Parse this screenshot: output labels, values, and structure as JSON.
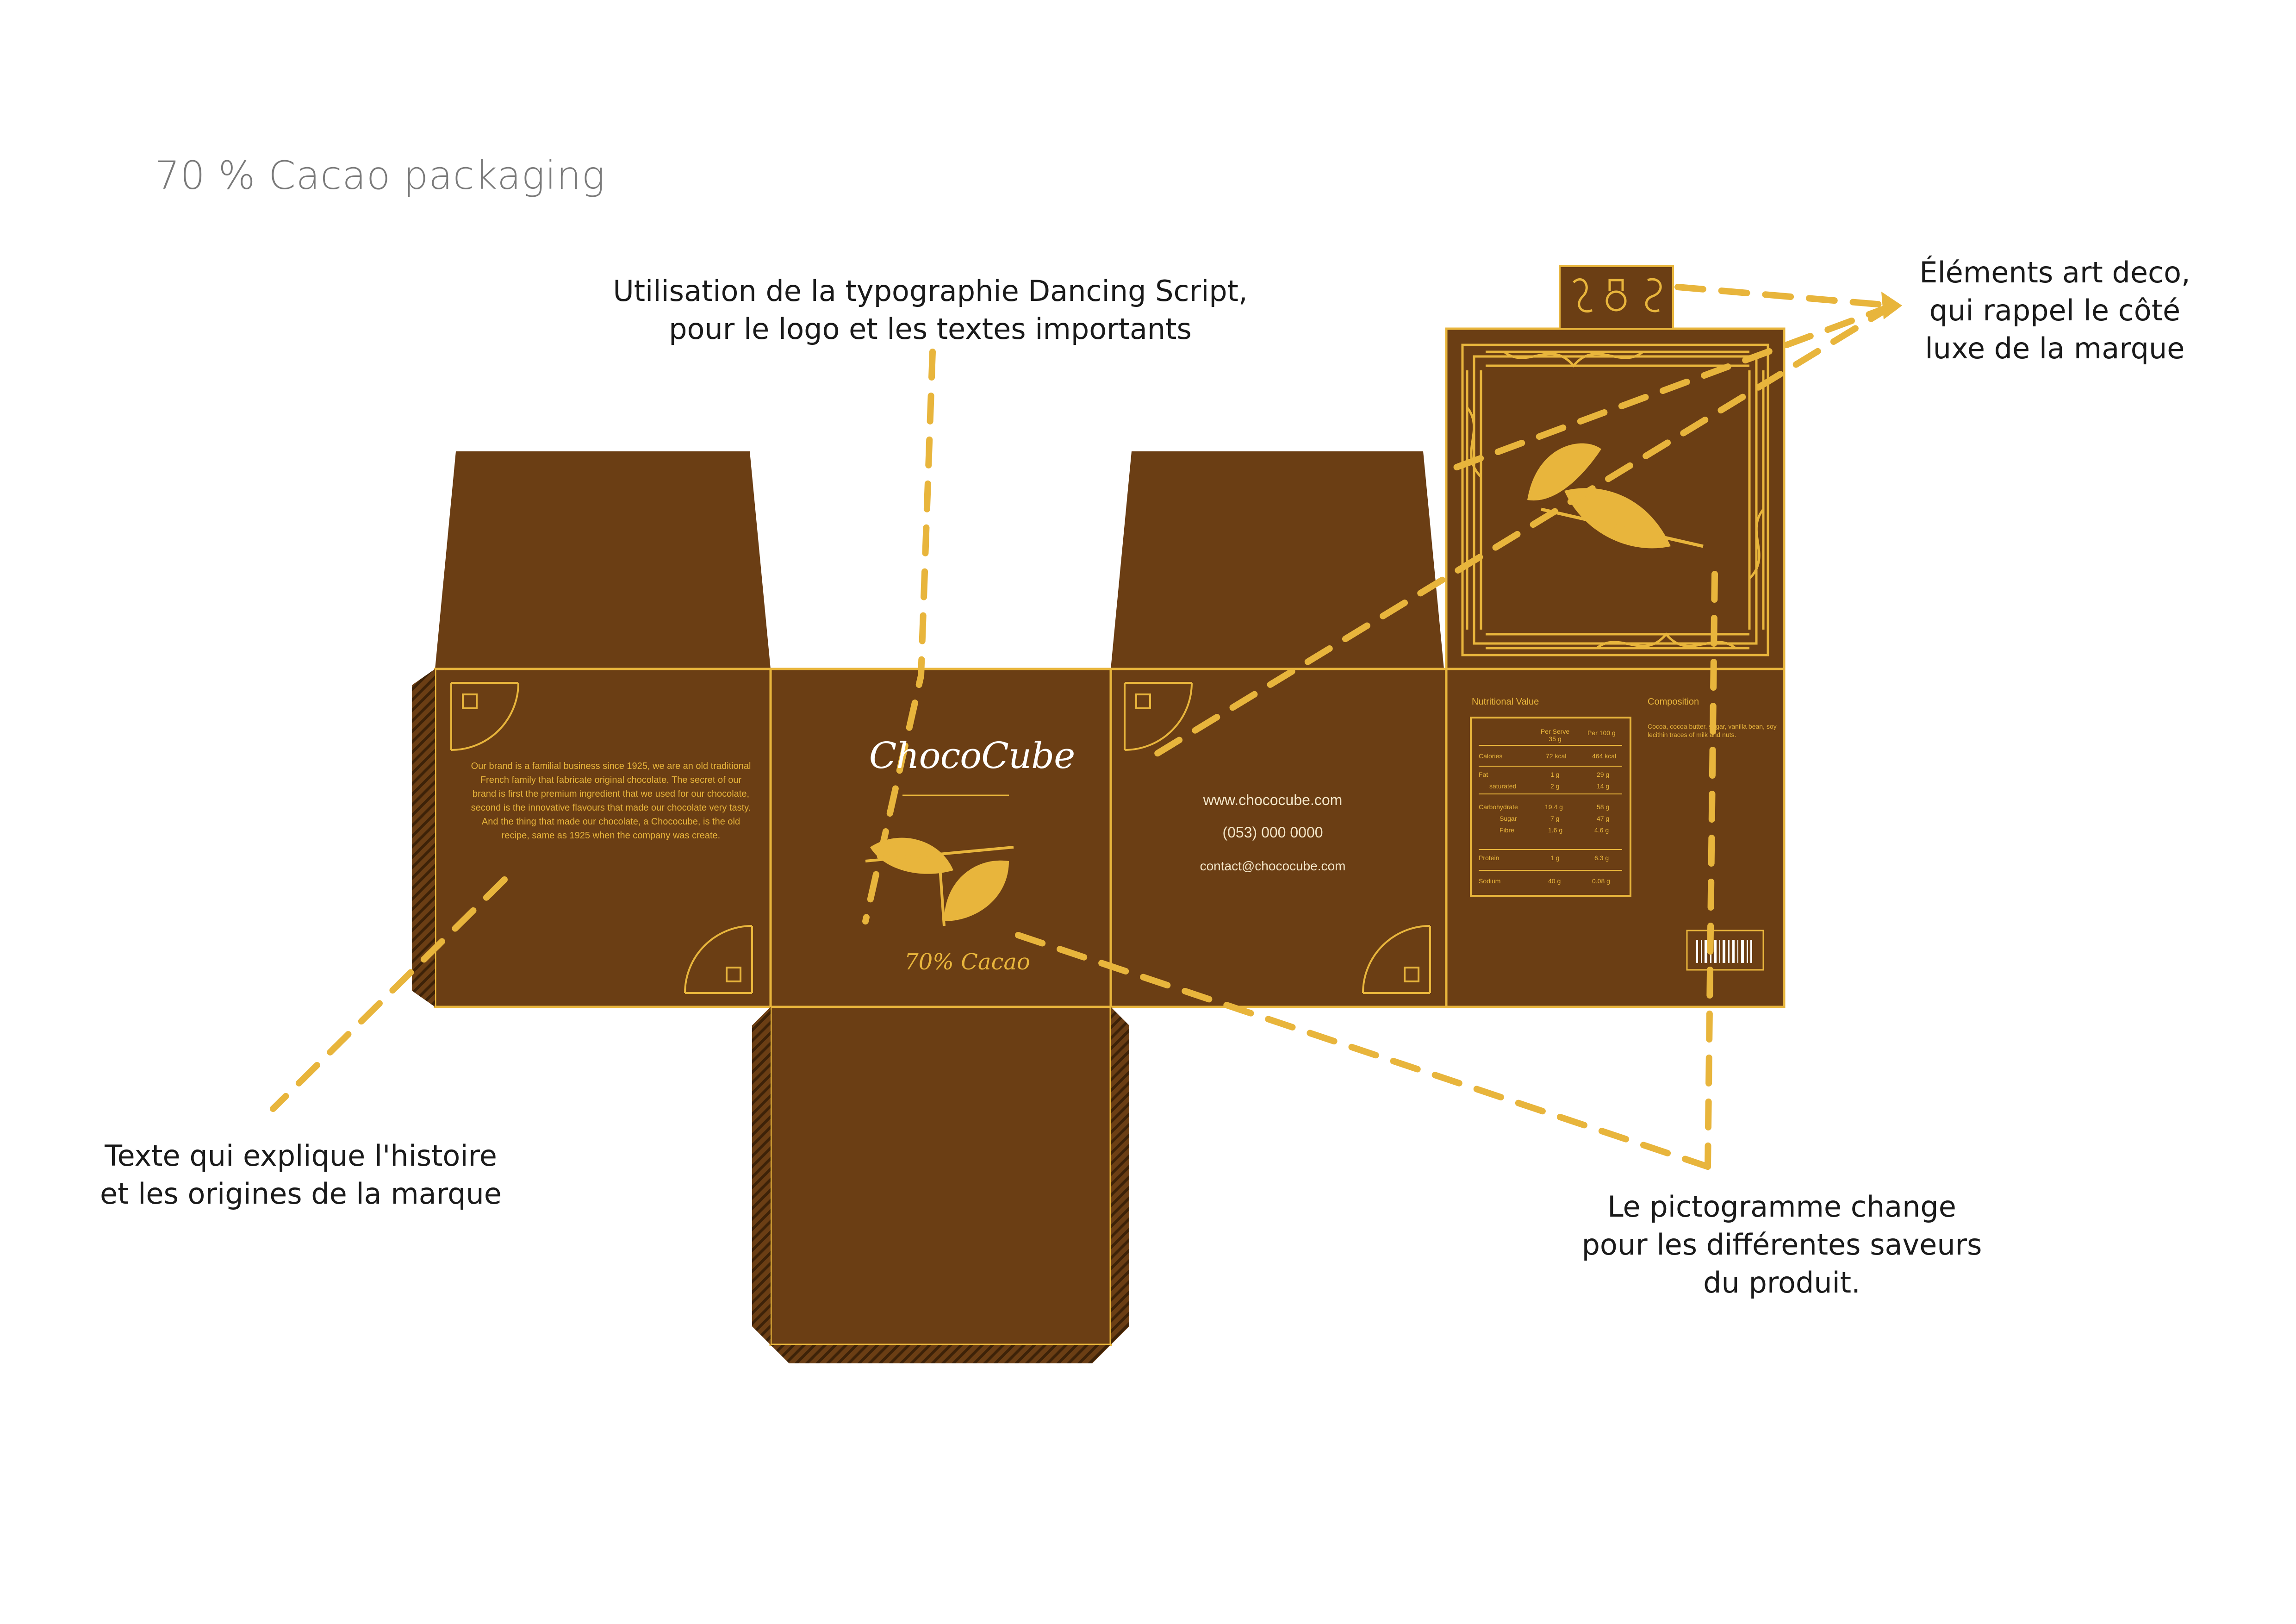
{
  "title": "70 % Cacao packaging",
  "annotations": {
    "typography": [
      "Utilisation de la typographie Dancing Script,",
      "pour le logo et les textes importants"
    ],
    "artdeco": [
      "Éléments art deco,",
      "qui rappel le côté",
      "luxe de la marque"
    ],
    "story": [
      "Texte qui explique l'histoire",
      "et les origines de la marque"
    ],
    "pictogram": [
      "Le pictogramme change",
      "pour les différentes saveurs",
      "du produit."
    ]
  },
  "box": {
    "story_text": "Our brand is a familial business since 1925, we are an old traditional French family that fabricate original chocolate. The secret of our brand is first the premium ingredient that we used for our chocolate, second is the innovative flavours that made our chocolate very tasty. And the thing that made our chocolate, a Chococube, is the old recipe, same as 1925 when the company was create.",
    "logo": "ChocoCube",
    "percent": "70% Cacao",
    "website": "www.chococube.com",
    "phone": "(053) 000 0000",
    "email": "contact@chococube.com",
    "nutrition_title": "Nutritional Value",
    "composition_title": "Composition",
    "composition_text": "Cocoa, cocoa butter, sugar, vanilla bean, soy lecithin traces of milk and nuts.",
    "nutrition": {
      "col1": "Per Serve 35 g",
      "col2": "Per 100 g",
      "rows": [
        [
          "Calories",
          "72 kcal",
          "464 kcal"
        ],
        [
          "Fat",
          "1 g",
          "29 g"
        ],
        [
          "saturated",
          "2 g",
          "14 g"
        ],
        [
          "Carbohydrate",
          "19.4 g",
          "58 g"
        ],
        [
          "Sugar",
          "7 g",
          "47 g"
        ],
        [
          "Fibre",
          "1.6 g",
          "4.6 g"
        ],
        [
          "Protein",
          "1 g",
          "6.3 g"
        ],
        [
          "Sodium",
          "40 g",
          "0.08 g"
        ]
      ]
    }
  },
  "colors": {
    "brown": "#6b3e14",
    "gold": "#e8b53c",
    "dash": "#e8b53c"
  }
}
